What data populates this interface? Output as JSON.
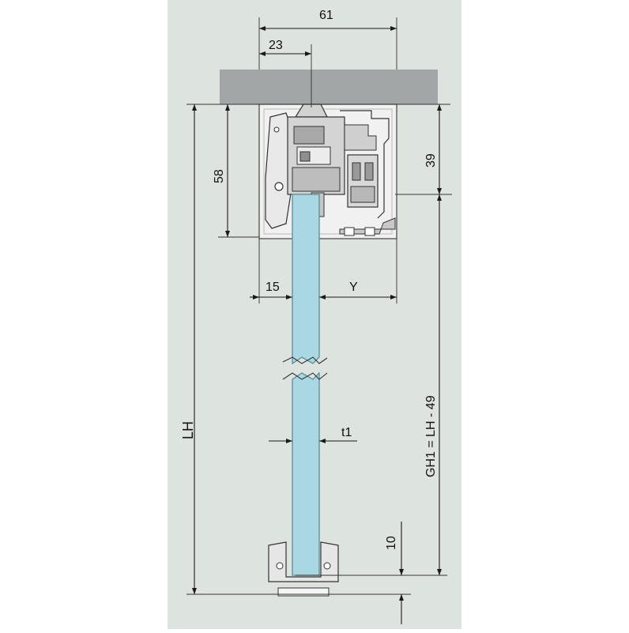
{
  "colors": {
    "panel_background": "#dde3de",
    "ceiling": "#a3a6a6",
    "glass": "#a9d8e2",
    "glass_edge": "#5c8d98",
    "hardware_light": "#eeeeee",
    "hardware_mid": "#c8c8c8",
    "hardware_dark": "#8e8e8e",
    "dimension_line": "#1a1a1a"
  },
  "dimensions": {
    "width_61": "61",
    "offset_23": "23",
    "height_58": "58",
    "height_39": "39",
    "offset_15": "15",
    "var_y": "Y",
    "glass_thickness": "t1",
    "total_height": "LH",
    "glass_height": "GH1 = LH - 49",
    "bottom_10": "10"
  }
}
